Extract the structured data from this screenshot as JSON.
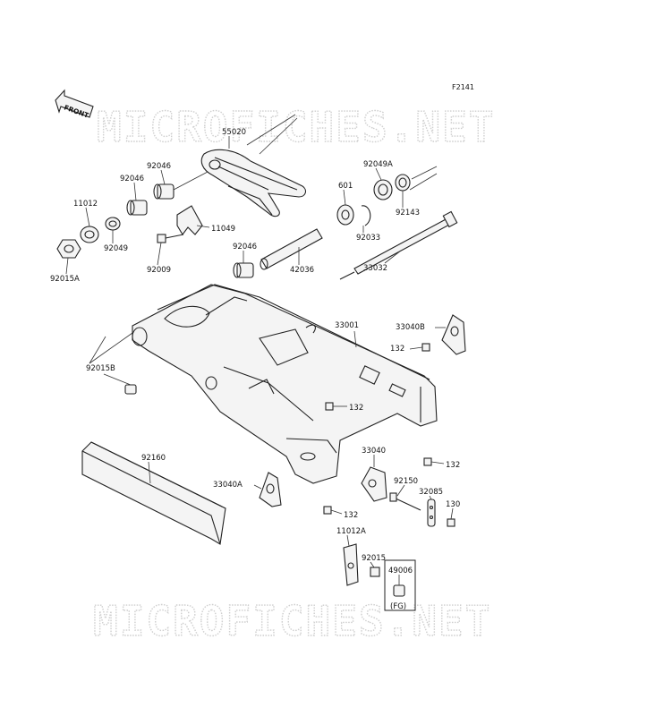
{
  "diagram": {
    "figure_code": "F2141",
    "front_label": "FRONT",
    "watermark": "MICROFICHES.NET",
    "fg_label": "(FG)",
    "colors": {
      "ink": "#222222",
      "watermark": "#cfcfcf",
      "background": "#ffffff"
    },
    "parts": [
      {
        "id": "p55020",
        "number": "55020"
      },
      {
        "id": "p92046a",
        "number": "92046"
      },
      {
        "id": "p92046b",
        "number": "92046"
      },
      {
        "id": "p11012",
        "number": "11012"
      },
      {
        "id": "p92049",
        "number": "92049"
      },
      {
        "id": "p92015A",
        "number": "92015A"
      },
      {
        "id": "p92009",
        "number": "92009"
      },
      {
        "id": "p11049",
        "number": "11049"
      },
      {
        "id": "p92046c",
        "number": "92046"
      },
      {
        "id": "p92049A",
        "number": "92049A"
      },
      {
        "id": "p601",
        "number": "601"
      },
      {
        "id": "p92143",
        "number": "92143"
      },
      {
        "id": "p92033",
        "number": "92033"
      },
      {
        "id": "p42036",
        "number": "42036"
      },
      {
        "id": "p33032",
        "number": "33032"
      },
      {
        "id": "p33001",
        "number": "33001"
      },
      {
        "id": "p33040B",
        "number": "33040B"
      },
      {
        "id": "p132a",
        "number": "132"
      },
      {
        "id": "p92015B",
        "number": "92015B"
      },
      {
        "id": "p132b",
        "number": "132"
      },
      {
        "id": "p92160",
        "number": "92160"
      },
      {
        "id": "p33040",
        "number": "33040"
      },
      {
        "id": "p132c",
        "number": "132"
      },
      {
        "id": "p33040A",
        "number": "33040A"
      },
      {
        "id": "p92150",
        "number": "92150"
      },
      {
        "id": "p32085",
        "number": "32085"
      },
      {
        "id": "p130",
        "number": "130"
      },
      {
        "id": "p132d",
        "number": "132"
      },
      {
        "id": "p11012A",
        "number": "11012A"
      },
      {
        "id": "p92015",
        "number": "92015"
      },
      {
        "id": "p49006",
        "number": "49006"
      }
    ]
  }
}
